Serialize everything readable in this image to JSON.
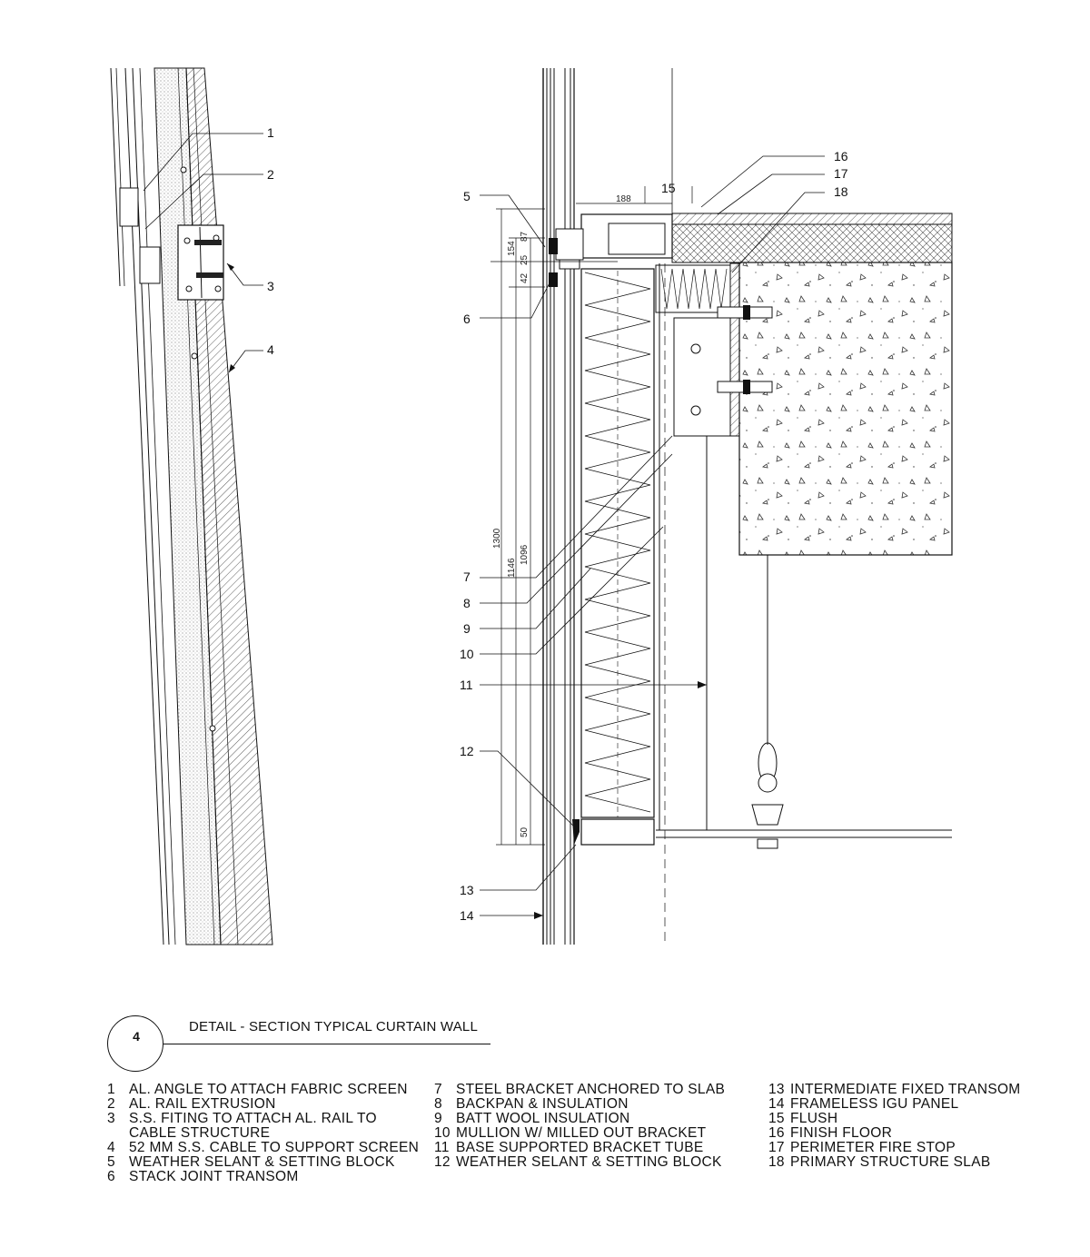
{
  "callouts": {
    "c1": "1",
    "c2": "2",
    "c3": "3",
    "c4": "4",
    "c5": "5",
    "c6": "6",
    "c7": "7",
    "c8": "8",
    "c9": "9",
    "c10": "10",
    "c11": "11",
    "c12": "12",
    "c13": "13",
    "c14": "14",
    "c15": "15",
    "c16": "16",
    "c17": "17",
    "c18": "18"
  },
  "dimensions": {
    "d188": "188",
    "d154": "154",
    "d87": "87",
    "d42": "42",
    "d25": "25",
    "d1300": "1300",
    "d1146": "1146",
    "d1096": "1096",
    "d50": "50"
  },
  "title": {
    "number": "4",
    "text": "DETAIL - SECTION TYPICAL CURTAIN WALL"
  },
  "legend": {
    "col1": [
      {
        "num": "1",
        "text": "AL. ANGLE TO ATTACH FABRIC SCREEN"
      },
      {
        "num": "2",
        "text": "AL. RAIL EXTRUSION"
      },
      {
        "num": "3",
        "text": "S.S. FITING TO ATTACH AL. RAIL TO"
      },
      {
        "num": "",
        "text": "CABLE STRUCTURE"
      },
      {
        "num": "4",
        "text": "52 MM S.S. CABLE TO SUPPORT SCREEN"
      },
      {
        "num": "5",
        "text": "WEATHER SELANT & SETTING BLOCK"
      },
      {
        "num": "6",
        "text": "STACK JOINT TRANSOM"
      }
    ],
    "col2": [
      {
        "num": "7",
        "text": "STEEL BRACKET ANCHORED TO SLAB"
      },
      {
        "num": "8",
        "text": "BACKPAN & INSULATION"
      },
      {
        "num": "9",
        "text": "BATT WOOL INSULATION"
      },
      {
        "num": "10",
        "text": "MULLION W/ MILLED OUT BRACKET"
      },
      {
        "num": "11",
        "text": "BASE SUPPORTED BRACKET TUBE"
      },
      {
        "num": "12",
        "text": "WEATHER SELANT & SETTING BLOCK"
      }
    ],
    "col3": [
      {
        "num": "13",
        "text": "INTERMEDIATE FIXED TRANSOM"
      },
      {
        "num": "14",
        "text": "FRAMELESS IGU PANEL"
      },
      {
        "num": "15",
        "text": "FLUSH"
      },
      {
        "num": "16",
        "text": "FINISH FLOOR"
      },
      {
        "num": "17",
        "text": "PERIMETER FIRE STOP"
      },
      {
        "num": "18",
        "text": "PRIMARY STRUCTURE SLAB"
      }
    ]
  }
}
